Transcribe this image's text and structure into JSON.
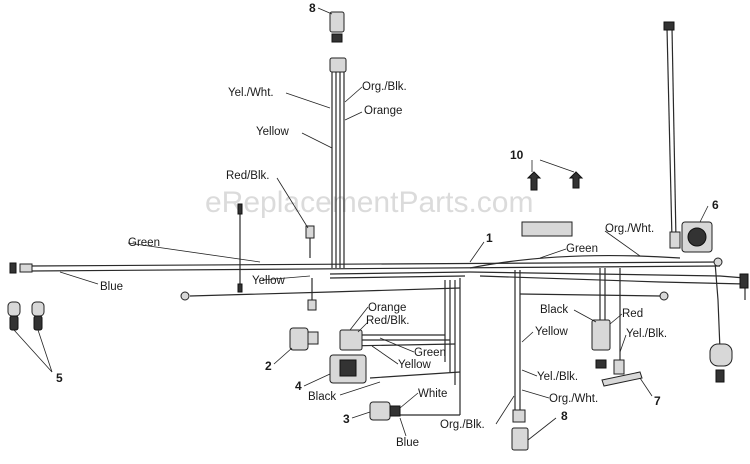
{
  "watermark": "eReplacementParts.com",
  "wire_labels": {
    "yel_wht": "Yel./Wht.",
    "org_blk_top": "Org./Blk.",
    "orange_top": "Orange",
    "yellow_top": "Yellow",
    "red_blk_left": "Red/Blk.",
    "green_left": "Green",
    "blue_left": "Blue",
    "yellow_mid": "Yellow",
    "orange_mid": "Orange",
    "red_blk_mid": "Red/Blk.",
    "green_mid": "Green",
    "yellow_low": "Yellow",
    "black_low": "Black",
    "white_low": "White",
    "blue_low": "Blue",
    "org_wht_top": "Org./Wht.",
    "green_right": "Green",
    "black_right": "Black",
    "red_right": "Red",
    "yel_blk_right": "Yel./Blk.",
    "yellow_right": "Yellow",
    "yel_blk_low": "Yel./Blk.",
    "org_blk_low": "Org./Blk.",
    "org_wht_low": "Org./Wht."
  },
  "callouts": {
    "c1": "1",
    "c2": "2",
    "c3": "3",
    "c4": "4",
    "c5": "5",
    "c6": "6",
    "c7": "7",
    "c8_top": "8",
    "c8_low": "8",
    "c10": "10"
  }
}
